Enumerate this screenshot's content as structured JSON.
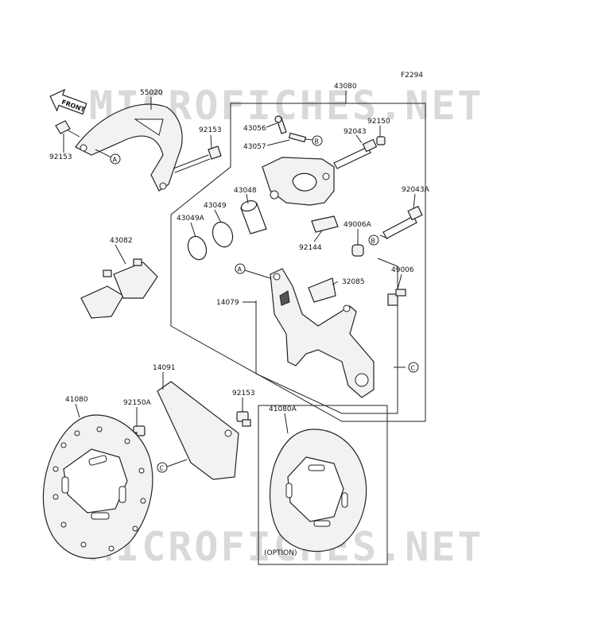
{
  "diagram_code": "F2294",
  "watermark": "MICROFICHES.NET",
  "front_label": "FRONT",
  "option_label": "(OPTION)",
  "ref_letters": {
    "a": "A",
    "b": "B",
    "c": "C"
  },
  "parts": [
    {
      "id": "p55020",
      "number": "55020"
    },
    {
      "id": "p43080",
      "number": "43080"
    },
    {
      "id": "p92153_top",
      "number": "92153"
    },
    {
      "id": "p92153_left",
      "number": "92153"
    },
    {
      "id": "p43056",
      "number": "43056"
    },
    {
      "id": "p43057",
      "number": "43057"
    },
    {
      "id": "p92043",
      "number": "92043"
    },
    {
      "id": "p92150",
      "number": "92150"
    },
    {
      "id": "p43048",
      "number": "43048"
    },
    {
      "id": "p43049",
      "number": "43049"
    },
    {
      "id": "p43049A",
      "number": "43049A"
    },
    {
      "id": "p92043A",
      "number": "92043A"
    },
    {
      "id": "p49006A",
      "number": "49006A"
    },
    {
      "id": "p92144",
      "number": "92144"
    },
    {
      "id": "p43082",
      "number": "43082"
    },
    {
      "id": "p32085",
      "number": "32085"
    },
    {
      "id": "p49006",
      "number": "49006"
    },
    {
      "id": "p14079",
      "number": "14079"
    },
    {
      "id": "p14091",
      "number": "14091"
    },
    {
      "id": "p41080",
      "number": "41080"
    },
    {
      "id": "p92150A",
      "number": "92150A"
    },
    {
      "id": "p92153_low",
      "number": "92153"
    },
    {
      "id": "p41080A",
      "number": "41080A"
    }
  ]
}
